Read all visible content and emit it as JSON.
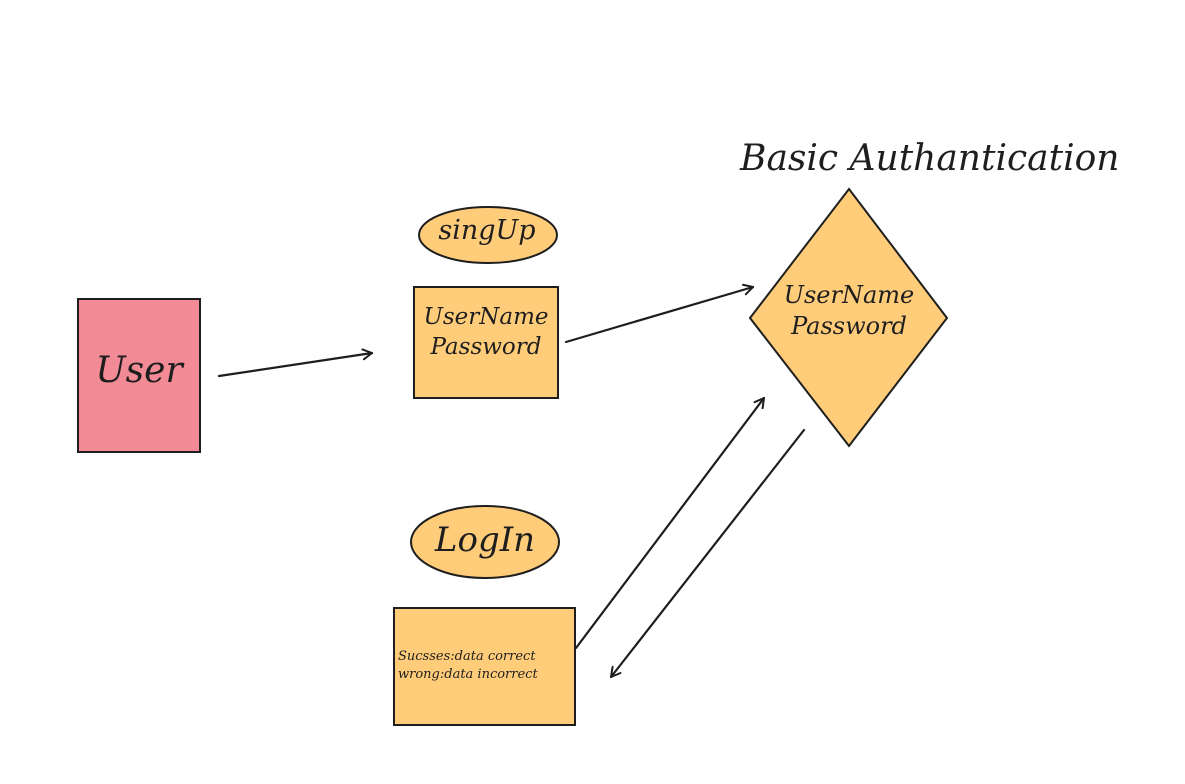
{
  "diagram": {
    "title": "Basic Authantication",
    "user_label": "User",
    "signup": {
      "pill_label": "singUp",
      "fields": [
        "UserName",
        "Password"
      ]
    },
    "auth": {
      "fields": [
        "UserName",
        "Password"
      ]
    },
    "login": {
      "pill_label": "LogIn",
      "results": [
        "Sucsses:data correct",
        "wrong:data incorrect"
      ]
    },
    "colors": {
      "user_fill": "#f28b95",
      "shape_fill": "#ffcc7a",
      "stroke": "#1e1e1e",
      "background": "#ffffff"
    }
  }
}
